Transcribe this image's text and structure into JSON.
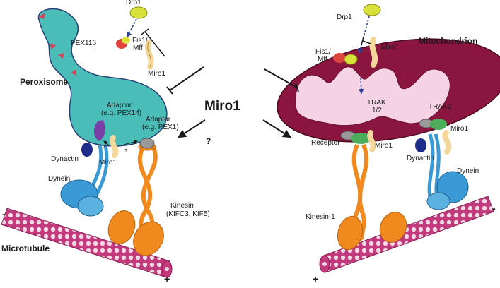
{
  "labels": {
    "miro1_center": "Miro1",
    "question_main": "?",
    "question_small_a": "?",
    "question_small_b": "?",
    "peroxisome": "Peroxisome",
    "mitochondrion": "Mitochondrion",
    "microtubule": "Microtubule",
    "drp1_left": "Drp1",
    "drp1_right": "Drp1",
    "pex11b": "PEX11β",
    "fis1_mff_left": [
      "Fis1/",
      "Mff"
    ],
    "fis1_mff_right": [
      "Fis1/",
      "Mff"
    ],
    "miro1_left_top": "Miro1",
    "miro1_left_bottom": "Miro1",
    "miro1_right_top": "Miro1",
    "miro1_right_receptor": "Miro1",
    "miro1_right_trak2": "Miro1",
    "adaptor_pex14": [
      "Adaptor",
      "(e.g. PEX14)"
    ],
    "adaptor_pex1": [
      "Adaptor",
      "(e.g. PEX1)"
    ],
    "dynactin_left": "Dynactin",
    "dynactin_right": "Dynactin",
    "dynein_left": "Dynein",
    "dynein_right": "Dynein",
    "kinesin_left": [
      "Kinesin",
      "(KIFC3, KIF5)"
    ],
    "kinesin_right": "Kinesin-1",
    "trak12": [
      "TRAK",
      "1/2"
    ],
    "trak2": "TRAK2",
    "receptor": "Receptor",
    "minus_left": "-",
    "minus_right": "-",
    "plus_left": "+",
    "plus_right": "+"
  },
  "colors": {
    "peroxisome_fill": "#4bbdb9",
    "peroxisome_stroke": "#2a3f78",
    "mito_outer": "#8a1640",
    "mito_inner": "#f6d3e4",
    "drp1": "#d8e03a",
    "fis1": "#e0443e",
    "pex11b": "#d9445c",
    "miro1": "#f4d79b",
    "adaptor_pex14": "#7a3fa6",
    "adaptor_pex1": "#9a9a9a",
    "dynactin": "#1e2d8c",
    "dynein": "#3a9ad6",
    "kinesin": "#f08a1e",
    "trak": "#4cae5a",
    "microtubule": "#c23a7c"
  }
}
